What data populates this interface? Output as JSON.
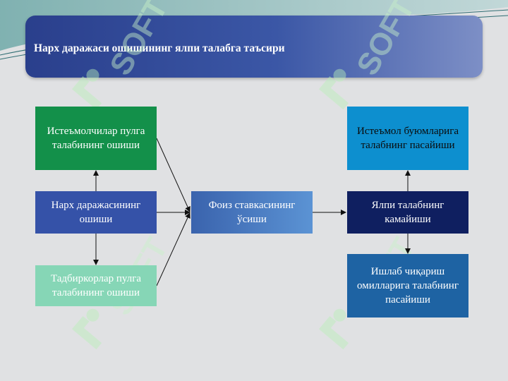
{
  "title": "Нарх даражаси ошишининг ялпи талабга таъсири",
  "watermark": "SOFT",
  "nodes": {
    "consumers_demand": "Истеъмолчилар пулга талабининг ошиши",
    "price_level": "Нарх даражасининг ошиши",
    "business_demand": "Тадбиркорлар пулга талабининг ошиши",
    "interest_rate": "Фоиз ставкасининг ўсиши",
    "aggregate_demand": "Ялпи талабнинг камайиши",
    "consumer_goods": "Истеъмол буюмларига талабнинг пасайиши",
    "production_factors": "Ишлаб чиқариш омилларига талабнинг пасайиши"
  },
  "colors": {
    "title_bar": "#2a3f8c",
    "consumers_demand": "#13904a",
    "price_level": "#3552a8",
    "business_demand": "#86d6b6",
    "interest_rate": "#4a7cc2",
    "aggregate_demand": "#0f1f60",
    "consumer_goods": "#0d8fcf",
    "production_factors": "#1e63a3"
  }
}
